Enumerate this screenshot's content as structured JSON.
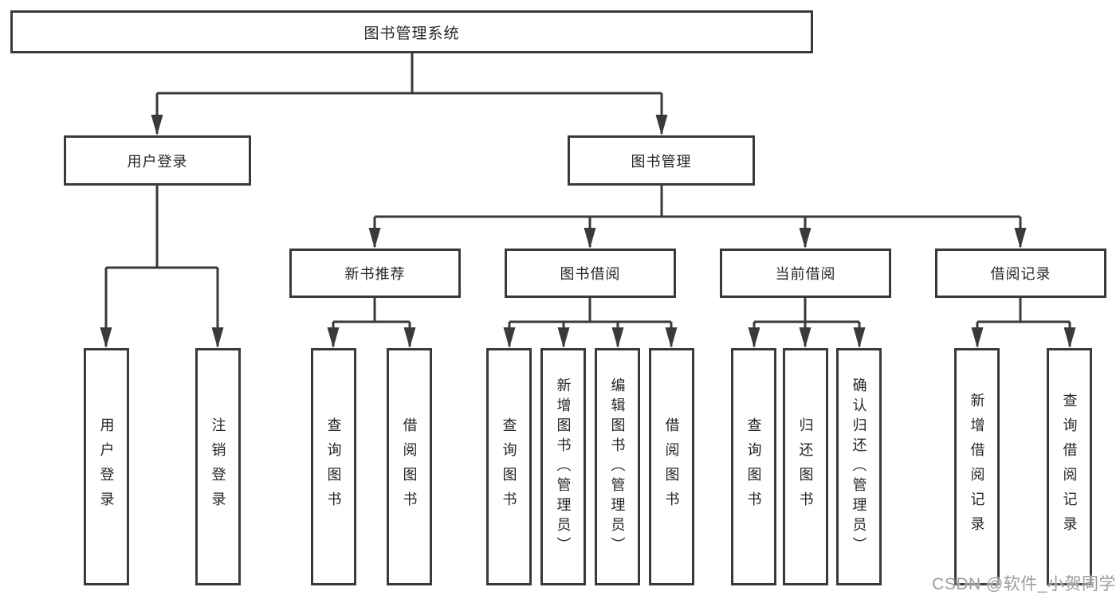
{
  "colors": {
    "line": "#3a3a3a",
    "text": "#262626",
    "watermark": "#9c9c9c",
    "background": "#ffffff"
  },
  "watermark": "CSDN @软件_小贺同学",
  "tree": {
    "label": "图书管理系统",
    "children": [
      {
        "label": "用户登录",
        "children": [
          {
            "label": "用户登录"
          },
          {
            "label": "注销登录"
          }
        ]
      },
      {
        "label": "图书管理",
        "children": [
          {
            "label": "新书推荐",
            "children": [
              {
                "label": "查询图书"
              },
              {
                "label": "借阅图书"
              }
            ]
          },
          {
            "label": "图书借阅",
            "children": [
              {
                "label": "查询图书"
              },
              {
                "label": "新增图书（管理员）"
              },
              {
                "label": "编辑图书（管理员）"
              },
              {
                "label": "借阅图书"
              }
            ]
          },
          {
            "label": "当前借阅",
            "children": [
              {
                "label": "查询图书"
              },
              {
                "label": "归还图书"
              },
              {
                "label": "确认归还（管理员）"
              }
            ]
          },
          {
            "label": "借阅记录",
            "children": [
              {
                "label": "新增借阅记录"
              },
              {
                "label": "查询借阅记录"
              }
            ]
          }
        ]
      }
    ]
  }
}
